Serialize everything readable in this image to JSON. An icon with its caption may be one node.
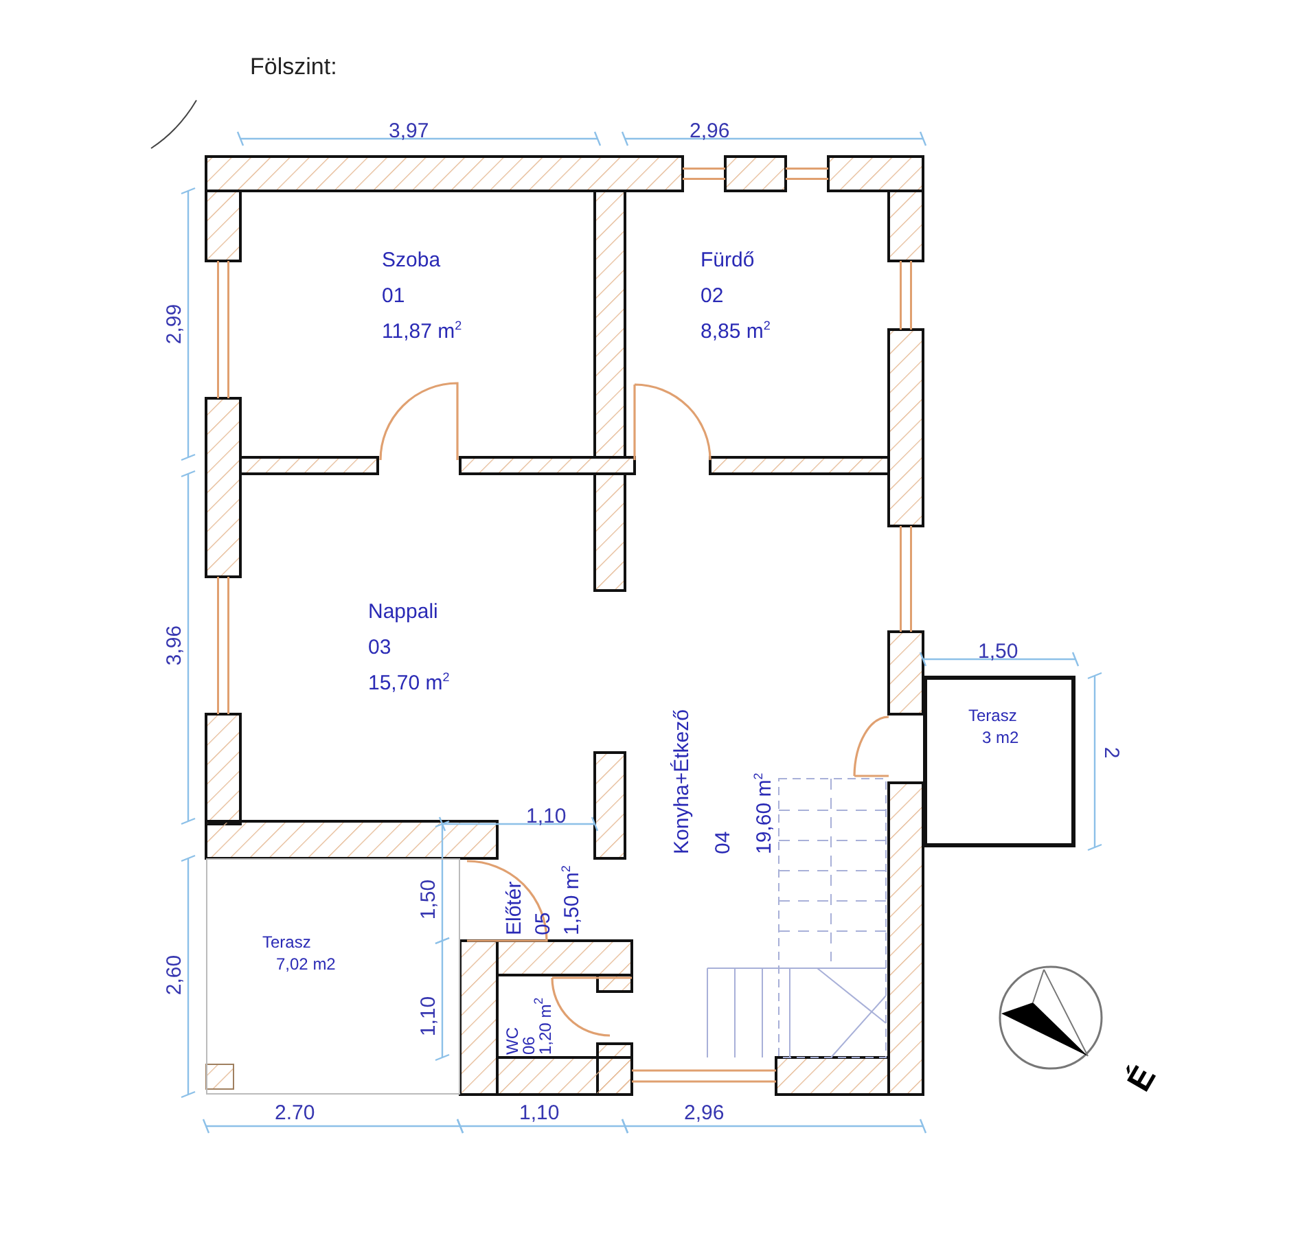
{
  "diagram": {
    "title": "Fölszint:",
    "nodes": [
      {
        "text": [
          "Szoba",
          "01",
          "11,87 m$^{2}$"
        ]
      },
      {
        "text": [
          "Fürdő",
          "02",
          "8,85 m$^{2}$"
        ]
      },
      {
        "text": [
          "Nappali",
          "03",
          "15,70 m$^{2}$"
        ]
      },
      {
        "text": [
          "Konyha+Étkező",
          "04",
          "19,60 m$^{2}$"
        ]
      },
      {
        "text": [
          "Terasz",
          "3 m2"
        ]
      },
      {
        "text": [
          "Előtér",
          "05",
          "1,50 m$^{2}$"
        ]
      },
      {
        "text": [
          "Terasz",
          "7,02 m2"
        ]
      },
      {
        "text": [
          "WC",
          "06",
          "1,20 m$^{2}$"
        ]
      }
    ],
    "labels": [
      "3,97",
      "2,96",
      "2,99",
      "3,96",
      "1,50",
      "2",
      "1,10",
      "1,50",
      "2,60",
      "1,10",
      "É",
      "2.70",
      "1,10",
      "2,96"
    ]
  }
}
